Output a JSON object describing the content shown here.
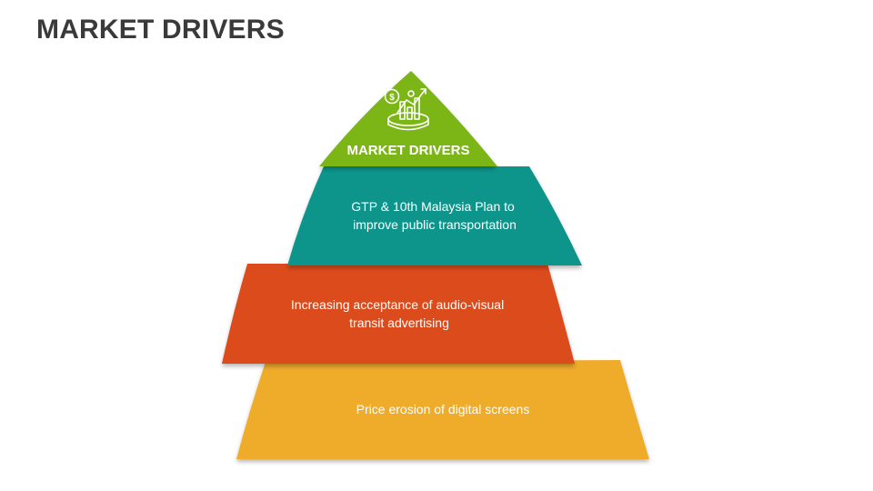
{
  "title": "MARKET DRIVERS",
  "pyramid": {
    "top": {
      "label": "MARKET DRIVERS",
      "icon": "growth-chart-money-icon",
      "color": "#7cb518"
    },
    "layers": [
      {
        "lines": [
          "GTP & 10th Malaysia Plan to",
          "improve public transportation"
        ],
        "color": "#11958c"
      },
      {
        "lines": [
          "Increasing acceptance of audio-visual",
          "transit advertising"
        ],
        "color": "#dc4b1a"
      },
      {
        "lines": [
          "Price erosion of digital screens"
        ],
        "color": "#efab2a"
      }
    ]
  }
}
